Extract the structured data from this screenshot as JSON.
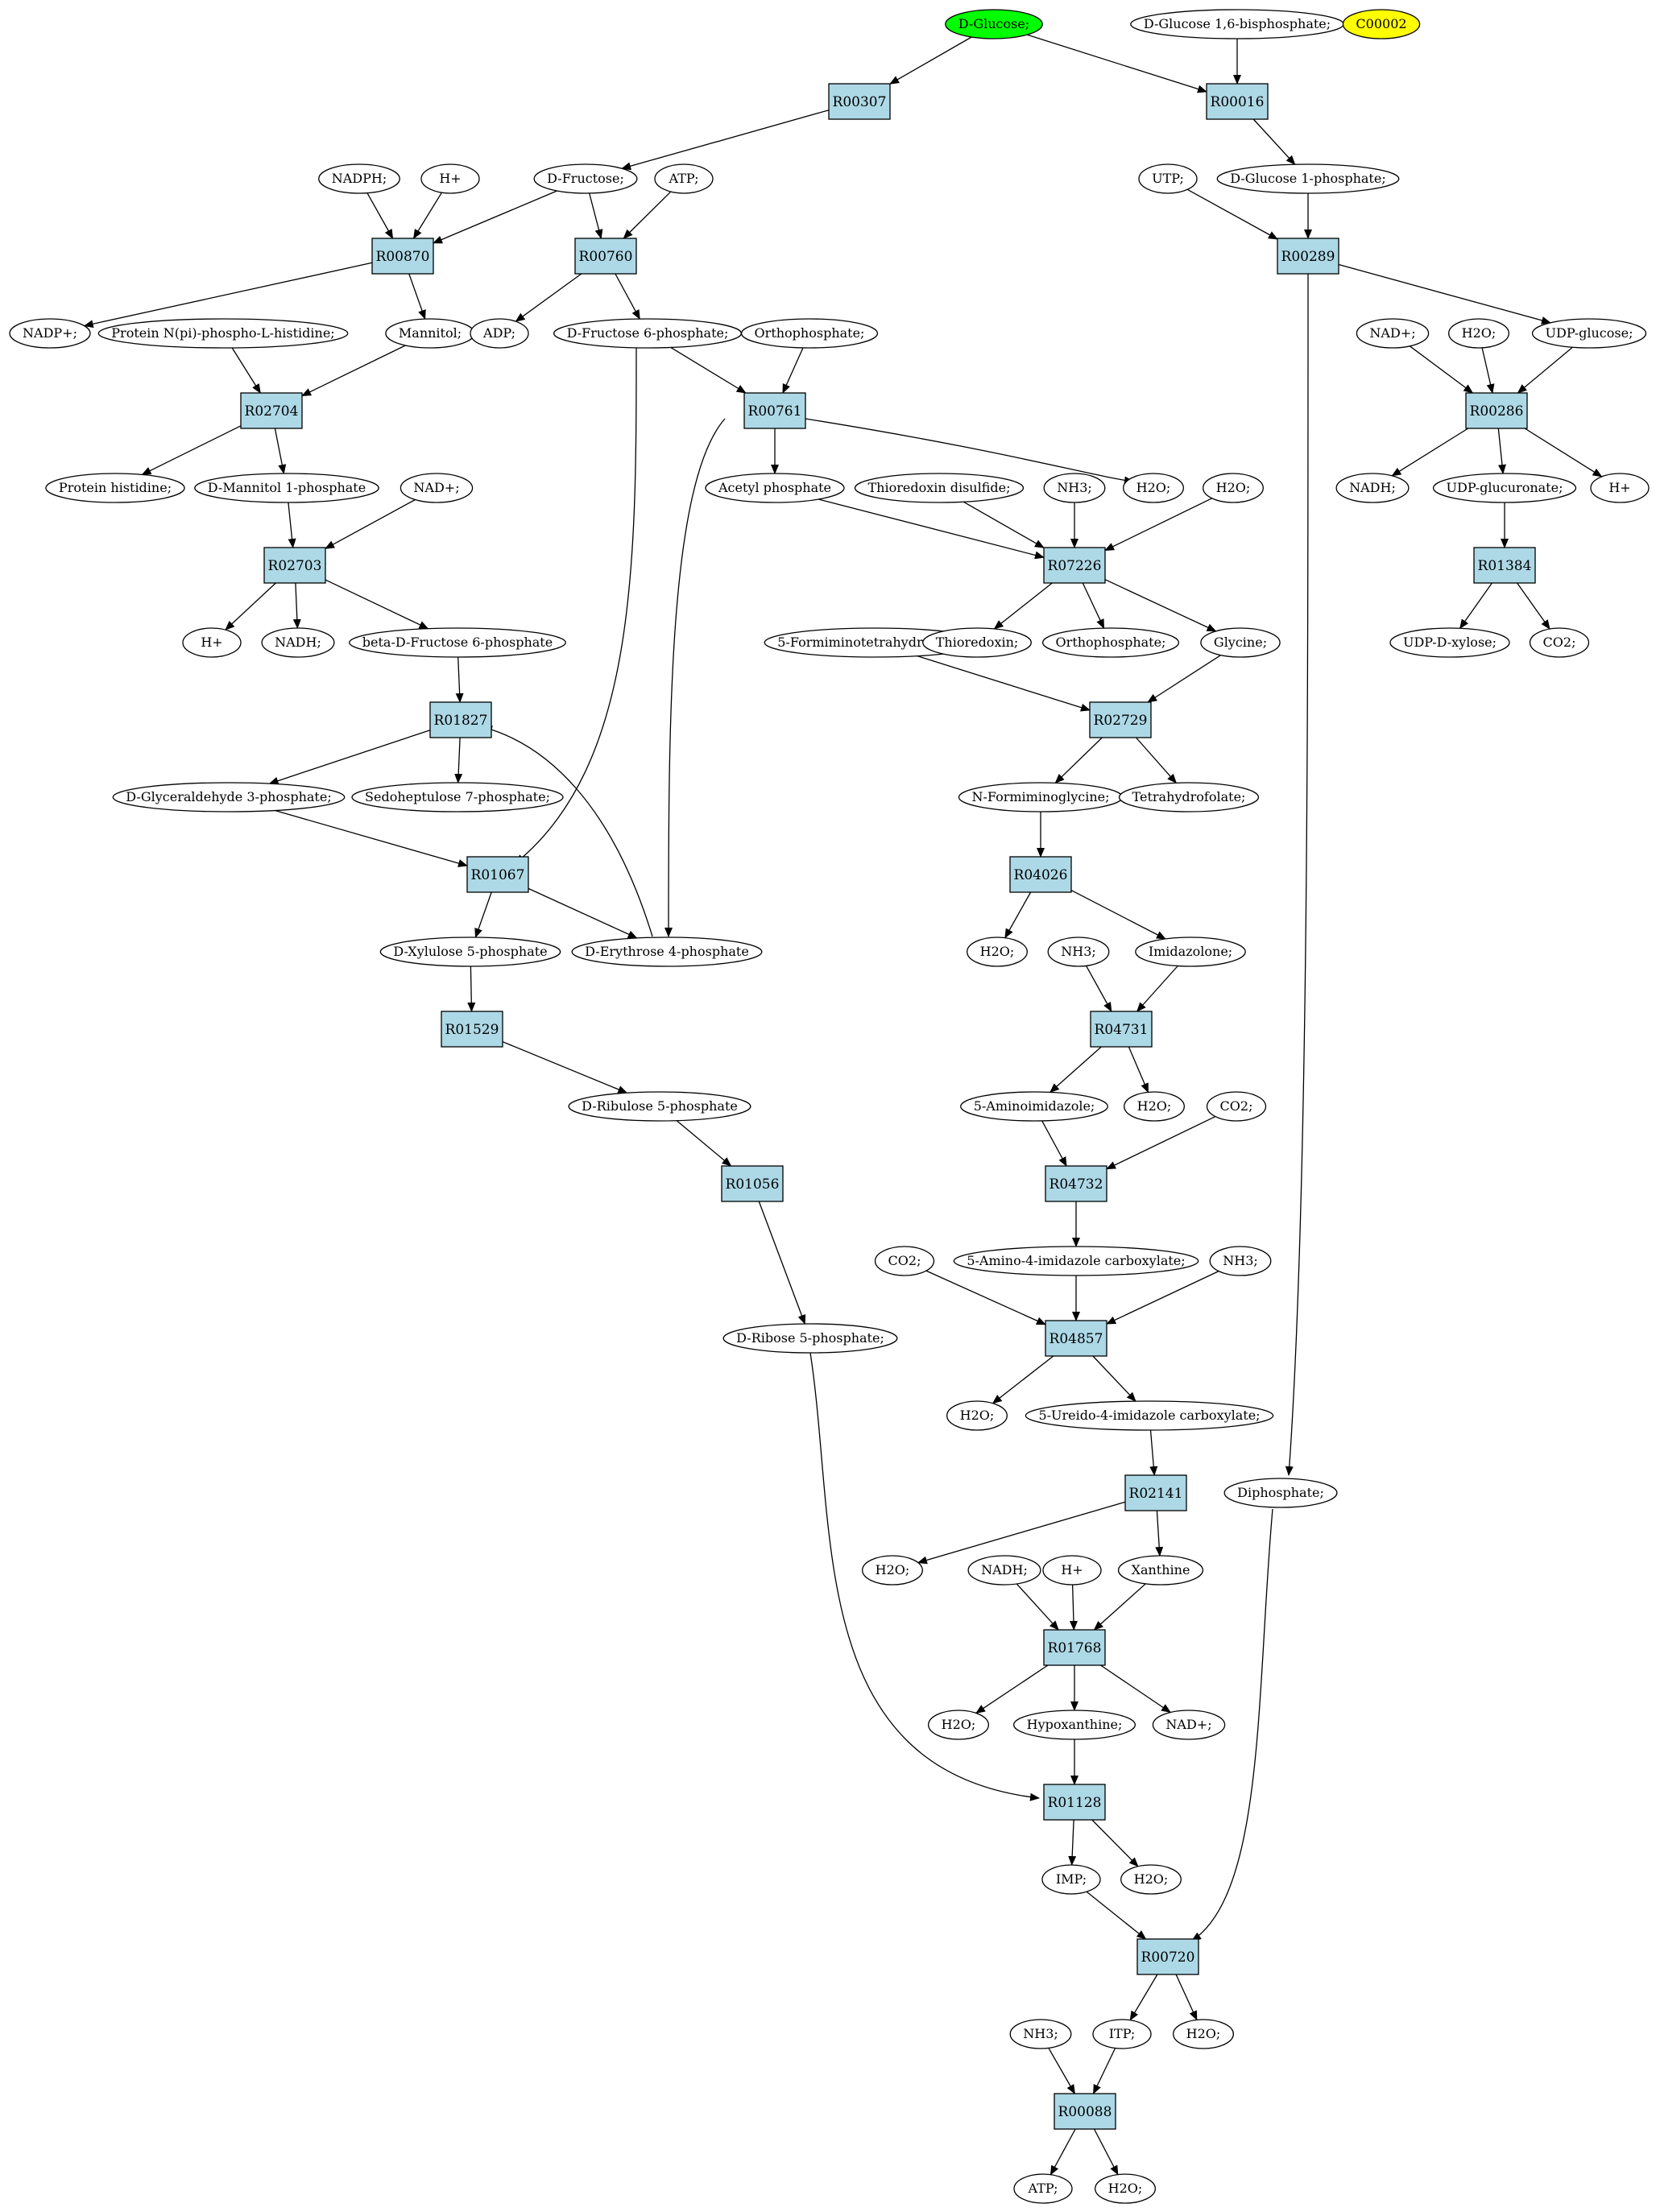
{
  "colors": {
    "reaction_fill": "#add8e6",
    "compound_fill": "#ffffff",
    "highlight_green": "#00ff00",
    "highlight_yellow": "#ffff00",
    "stroke": "#000000"
  },
  "reactions": [
    {
      "id": "R00307"
    },
    {
      "id": "R00016"
    },
    {
      "id": "R00870"
    },
    {
      "id": "R00760"
    },
    {
      "id": "R00289"
    },
    {
      "id": "R02704"
    },
    {
      "id": "R00761"
    },
    {
      "id": "R00286"
    },
    {
      "id": "R02703"
    },
    {
      "id": "R07226"
    },
    {
      "id": "R01384"
    },
    {
      "id": "R01827"
    },
    {
      "id": "R02729"
    },
    {
      "id": "R01067"
    },
    {
      "id": "R04026"
    },
    {
      "id": "R01529"
    },
    {
      "id": "R04731"
    },
    {
      "id": "R01056"
    },
    {
      "id": "R04732"
    },
    {
      "id": "R04857"
    },
    {
      "id": "R02141"
    },
    {
      "id": "R01768"
    },
    {
      "id": "R01128"
    },
    {
      "id": "R00720"
    },
    {
      "id": "R00088"
    }
  ],
  "compounds": [
    {
      "key": "glc",
      "label": "D-Glucose;",
      "fill": "green"
    },
    {
      "key": "g16bp",
      "label": "D-Glucose 1,6-bisphosphate;"
    },
    {
      "key": "c00002",
      "label": "C00002",
      "fill": "yellow"
    },
    {
      "key": "nadph",
      "label": "NADPH;"
    },
    {
      "key": "hplus1",
      "label": "H+"
    },
    {
      "key": "fru",
      "label": "D-Fructose;"
    },
    {
      "key": "atp1",
      "label": "ATP;"
    },
    {
      "key": "utp",
      "label": "UTP;"
    },
    {
      "key": "g1p",
      "label": "D-Glucose 1-phosphate;"
    },
    {
      "key": "nadp",
      "label": "NADP+;"
    },
    {
      "key": "protnp",
      "label": "Protein N(pi)-phospho-L-histidine;"
    },
    {
      "key": "mannitol",
      "label": "Mannitol;"
    },
    {
      "key": "adp",
      "label": "ADP;"
    },
    {
      "key": "f6p",
      "label": "D-Fructose 6-phosphate;"
    },
    {
      "key": "pi1",
      "label": "Orthophosphate;"
    },
    {
      "key": "nad1",
      "label": "NAD+;"
    },
    {
      "key": "h2o1",
      "label": "H2O;"
    },
    {
      "key": "udpglc",
      "label": "UDP-glucose;"
    },
    {
      "key": "prothis",
      "label": "Protein histidine;"
    },
    {
      "key": "m1p",
      "label": "D-Mannitol 1-phosphate"
    },
    {
      "key": "nad2",
      "label": "NAD+;"
    },
    {
      "key": "acp",
      "label": "Acetyl phosphate"
    },
    {
      "key": "trxss",
      "label": "Thioredoxin disulfide;"
    },
    {
      "key": "nh3a",
      "label": "NH3;"
    },
    {
      "key": "h2o2",
      "label": "H2O;"
    },
    {
      "key": "h2o3",
      "label": "H2O;"
    },
    {
      "key": "nadh1",
      "label": "NADH;"
    },
    {
      "key": "udpglcur",
      "label": "UDP-glucuronate;"
    },
    {
      "key": "hplus2",
      "label": "H+"
    },
    {
      "key": "hplus3",
      "label": "H+"
    },
    {
      "key": "nadh2",
      "label": "NADH;"
    },
    {
      "key": "bf6p",
      "label": "beta-D-Fructose 6-phosphate"
    },
    {
      "key": "fthf",
      "label": "5-Formiminotetrahydrofolate;"
    },
    {
      "key": "trx",
      "label": "Thioredoxin;"
    },
    {
      "key": "pi2",
      "label": "Orthophosphate;"
    },
    {
      "key": "gly",
      "label": "Glycine;"
    },
    {
      "key": "udpxyl",
      "label": "UDP-D-xylose;"
    },
    {
      "key": "co2a",
      "label": "CO2;"
    },
    {
      "key": "gap",
      "label": "D-Glyceraldehyde 3-phosphate;"
    },
    {
      "key": "s7p",
      "label": "Sedoheptulose 7-phosphate;"
    },
    {
      "key": "nfgly",
      "label": "N-Formiminoglycine;"
    },
    {
      "key": "thf",
      "label": "Tetrahydrofolate;"
    },
    {
      "key": "x5p",
      "label": "D-Xylulose 5-phosphate"
    },
    {
      "key": "e4p",
      "label": "D-Erythrose 4-phosphate"
    },
    {
      "key": "h2o4",
      "label": "H2O;"
    },
    {
      "key": "nh3b",
      "label": "NH3;"
    },
    {
      "key": "imidazolone",
      "label": "Imidazolone;"
    },
    {
      "key": "ru5p",
      "label": "D-Ribulose 5-phosphate"
    },
    {
      "key": "aim",
      "label": "5-Aminoimidazole;"
    },
    {
      "key": "h2o5",
      "label": "H2O;"
    },
    {
      "key": "co2b",
      "label": "CO2;"
    },
    {
      "key": "co2c",
      "label": "CO2;"
    },
    {
      "key": "aic",
      "label": "5-Amino-4-imidazole carboxylate;"
    },
    {
      "key": "nh3c",
      "label": "NH3;"
    },
    {
      "key": "r5p",
      "label": "D-Ribose 5-phosphate;"
    },
    {
      "key": "h2o6",
      "label": "H2O;"
    },
    {
      "key": "uic",
      "label": "5-Ureido-4-imidazole carboxylate;"
    },
    {
      "key": "ppi",
      "label": "Diphosphate;"
    },
    {
      "key": "h2o7",
      "label": "H2O;"
    },
    {
      "key": "nadh3",
      "label": "NADH;"
    },
    {
      "key": "hplus4",
      "label": "H+"
    },
    {
      "key": "xan",
      "label": "Xanthine"
    },
    {
      "key": "h2o8",
      "label": "H2O;"
    },
    {
      "key": "hyp",
      "label": "Hypoxanthine;"
    },
    {
      "key": "nad3",
      "label": "NAD+;"
    },
    {
      "key": "imp",
      "label": "IMP;"
    },
    {
      "key": "h2o9",
      "label": "H2O;"
    },
    {
      "key": "nh3d",
      "label": "NH3;"
    },
    {
      "key": "itp",
      "label": "ITP;"
    },
    {
      "key": "h2o10",
      "label": "H2O;"
    },
    {
      "key": "atp2",
      "label": "ATP;"
    },
    {
      "key": "h2o11",
      "label": "H2O;"
    }
  ],
  "edges": [
    [
      "glc",
      "R00307"
    ],
    [
      "glc",
      "R00016"
    ],
    [
      "g16bp",
      "R00016"
    ],
    [
      "R00307",
      "fru"
    ],
    [
      "R00016",
      "g1p"
    ],
    [
      "nadph",
      "R00870"
    ],
    [
      "hplus1",
      "R00870"
    ],
    [
      "fru",
      "R00870"
    ],
    [
      "fru",
      "R00760"
    ],
    [
      "atp1",
      "R00760"
    ],
    [
      "utp",
      "R00289"
    ],
    [
      "g1p",
      "R00289"
    ],
    [
      "R00870",
      "nadp"
    ],
    [
      "R00870",
      "mannitol"
    ],
    [
      "R00760",
      "adp"
    ],
    [
      "R00760",
      "f6p"
    ],
    [
      "R00289",
      "udpglc"
    ],
    [
      "R00289",
      "ppi"
    ],
    [
      "protnp",
      "R02704"
    ],
    [
      "mannitol",
      "R02704"
    ],
    [
      "f6p",
      "R00761"
    ],
    [
      "pi1",
      "R00761"
    ],
    [
      "f6p",
      "R01067"
    ],
    [
      "nad1",
      "R00286"
    ],
    [
      "h2o1",
      "R00286"
    ],
    [
      "udpglc",
      "R00286"
    ],
    [
      "R02704",
      "prothis"
    ],
    [
      "R02704",
      "m1p"
    ],
    [
      "R00761",
      "acp"
    ],
    [
      "R00761",
      "h2o2"
    ],
    [
      "R00761",
      "e4p"
    ],
    [
      "R00286",
      "nadh1"
    ],
    [
      "R00286",
      "udpglcur"
    ],
    [
      "R00286",
      "hplus2"
    ],
    [
      "m1p",
      "R02703"
    ],
    [
      "nad2",
      "R02703"
    ],
    [
      "acp",
      "R07226"
    ],
    [
      "trxss",
      "R07226"
    ],
    [
      "nh3a",
      "R07226"
    ],
    [
      "h2o3",
      "R07226"
    ],
    [
      "udpglcur",
      "R01384"
    ],
    [
      "R02703",
      "hplus3"
    ],
    [
      "R02703",
      "nadh2"
    ],
    [
      "R02703",
      "bf6p"
    ],
    [
      "R07226",
      "trx"
    ],
    [
      "R07226",
      "pi2"
    ],
    [
      "R07226",
      "gly"
    ],
    [
      "R01384",
      "udpxyl"
    ],
    [
      "R01384",
      "co2a"
    ],
    [
      "bf6p",
      "R01827"
    ],
    [
      "e4p",
      "R01827"
    ],
    [
      "fthf",
      "R02729"
    ],
    [
      "gly",
      "R02729"
    ],
    [
      "R01827",
      "gap"
    ],
    [
      "R01827",
      "s7p"
    ],
    [
      "R02729",
      "nfgly"
    ],
    [
      "R02729",
      "thf"
    ],
    [
      "gap",
      "R01067"
    ],
    [
      "R01067",
      "x5p"
    ],
    [
      "R01067",
      "e4p"
    ],
    [
      "nfgly",
      "R04026"
    ],
    [
      "x5p",
      "R01529"
    ],
    [
      "R04026",
      "h2o4"
    ],
    [
      "R04026",
      "imidazolone"
    ],
    [
      "nh3b",
      "R04731"
    ],
    [
      "imidazolone",
      "R04731"
    ],
    [
      "R01529",
      "ru5p"
    ],
    [
      "R04731",
      "aim"
    ],
    [
      "R04731",
      "h2o5"
    ],
    [
      "ru5p",
      "R01056"
    ],
    [
      "aim",
      "R04732"
    ],
    [
      "co2b",
      "R04732"
    ],
    [
      "R04732",
      "aic"
    ],
    [
      "co2c",
      "R04857"
    ],
    [
      "aic",
      "R04857"
    ],
    [
      "nh3c",
      "R04857"
    ],
    [
      "R01056",
      "r5p"
    ],
    [
      "R04857",
      "h2o6"
    ],
    [
      "R04857",
      "uic"
    ],
    [
      "uic",
      "R02141"
    ],
    [
      "R02141",
      "h2o7"
    ],
    [
      "R02141",
      "xan"
    ],
    [
      "nadh3",
      "R01768"
    ],
    [
      "hplus4",
      "R01768"
    ],
    [
      "xan",
      "R01768"
    ],
    [
      "R01768",
      "h2o8"
    ],
    [
      "R01768",
      "hyp"
    ],
    [
      "R01768",
      "nad3"
    ],
    [
      "hyp",
      "R01128"
    ],
    [
      "r5p",
      "R01128"
    ],
    [
      "R01128",
      "imp"
    ],
    [
      "R01128",
      "h2o9"
    ],
    [
      "imp",
      "R00720"
    ],
    [
      "ppi",
      "R00720"
    ],
    [
      "R00720",
      "itp"
    ],
    [
      "R00720",
      "h2o10"
    ],
    [
      "nh3d",
      "R00088"
    ],
    [
      "itp",
      "R00088"
    ],
    [
      "R00088",
      "atp2"
    ],
    [
      "R00088",
      "h2o11"
    ]
  ]
}
